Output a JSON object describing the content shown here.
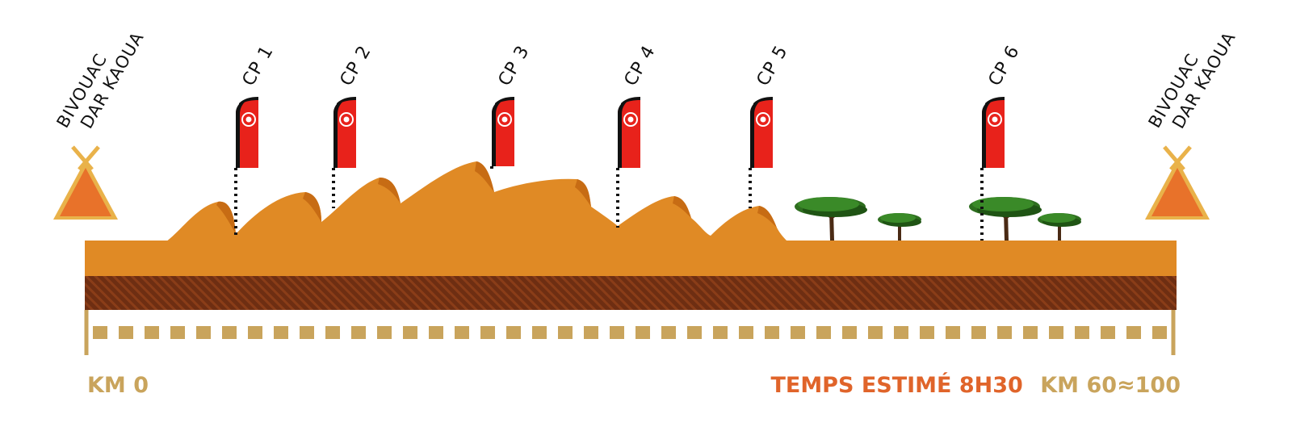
{
  "start_camp": {
    "line1": "BIVOUAC",
    "line2": "DAR KAOUA"
  },
  "end_camp": {
    "line1": "BIVOUAC",
    "line2": "DAR KAOUA"
  },
  "checkpoints": [
    {
      "label": "CP 1"
    },
    {
      "label": "CP 2"
    },
    {
      "label": "CP 3"
    },
    {
      "label": "CP 4"
    },
    {
      "label": "CP 5"
    },
    {
      "label": "CP 6"
    }
  ],
  "footer": {
    "km_start": "KM 0",
    "estimated_time": "TEMPS ESTIMÉ 8H30",
    "km_end": "KM 60≈100"
  },
  "colors": {
    "sand": "#E08A25",
    "sand_shadow": "#C76C14",
    "soil": "#6E2E12",
    "track": "#C9A45C",
    "flag": "#E8221B",
    "flag_dark": "#111111",
    "tree": "#2E6E1F",
    "trunk": "#4A2A14",
    "tent": "#E8722A",
    "tent_outline": "#E9B24A",
    "time_text": "#E0642A",
    "km_text": "#C9A45C"
  },
  "icons": {
    "camp": "tent-icon",
    "checkpoint": "flag-icon",
    "vegetation": "acacia-tree-icon"
  }
}
